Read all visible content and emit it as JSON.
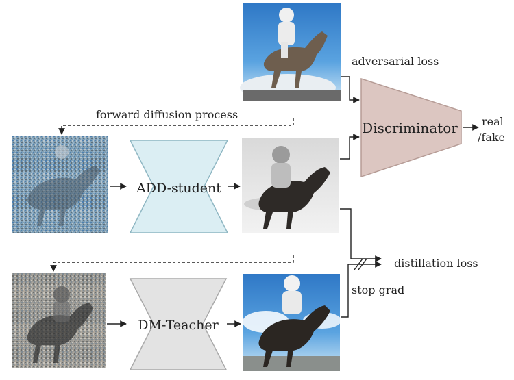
{
  "labels": {
    "adversarial_loss": "adversarial loss",
    "forward_diffusion": "forward diffusion process",
    "discriminator": "Discriminator",
    "real": "real",
    "fake": "/fake",
    "add_student": "ADD-student",
    "dm_teacher": "DM-Teacher",
    "distillation_loss": "distillation loss",
    "stop_grad": "stop grad"
  },
  "colors": {
    "sky": "#3f8fd6",
    "student_fill": "#dbeef3",
    "teacher_fill": "#e3e3e3",
    "discriminator_fill": "#dcc6c1",
    "noise": "#7ea6c0"
  },
  "images": [
    {
      "name": "real-image-astronaut-horse",
      "style": "color-sky"
    },
    {
      "name": "noisy-image-student-input",
      "style": "noise-blue"
    },
    {
      "name": "student-output-image",
      "style": "grayscale"
    },
    {
      "name": "noisy-image-teacher-input",
      "style": "noise-gray"
    },
    {
      "name": "teacher-output-image",
      "style": "color-sky"
    }
  ]
}
